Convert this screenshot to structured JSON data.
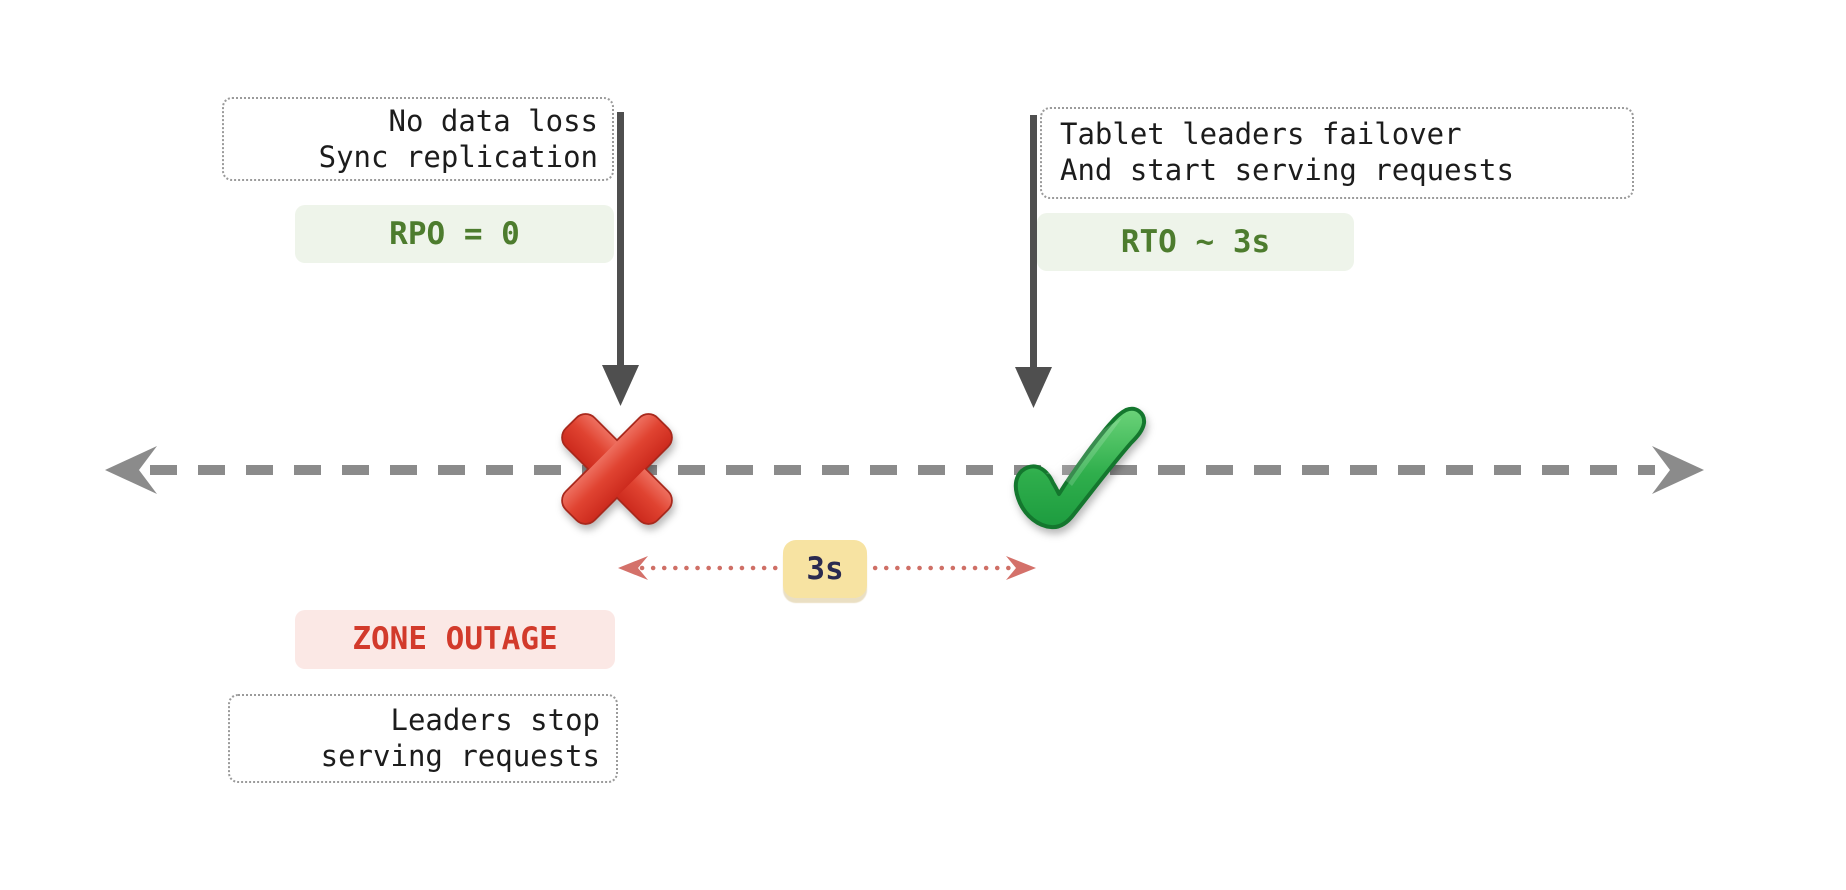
{
  "diagram": {
    "kind": "failover-timeline",
    "rpo_annotation": {
      "note_line1": "No data loss",
      "note_line2": "Sync replication",
      "badge": "RPO = 0"
    },
    "rto_annotation": {
      "note_line1": "Tablet leaders failover",
      "note_line2": "And start serving requests",
      "badge": "RTO ~ 3s"
    },
    "outage": {
      "badge": "ZONE OUTAGE",
      "note_line1": "Leaders stop",
      "note_line2": "serving requests"
    },
    "duration_gap": {
      "label": "3s"
    },
    "icons": {
      "outage_marker": "cross-mark",
      "recovery_marker": "check-mark",
      "timeline_ends": "double-headed-dashed-arrow",
      "event_pointers": "down-arrow",
      "duration_pointer": "dotted-double-headed-arrow"
    },
    "colors": {
      "badge_green_bg": "#eef4ea",
      "badge_green_text": "#4d7c2e",
      "badge_red_bg": "#fbe8e5",
      "badge_red_text": "#d23a2b",
      "duration_badge_bg": "#f7e3a2",
      "duration_badge_text": "#2a2a50",
      "duration_arrow": "#cf6f66",
      "timeline_gray": "#8b8b8b",
      "event_arrow_dark": "#4f4f4f",
      "note_border": "#9b9b9b",
      "note_text": "#1c1c1c",
      "cross_red": "#dd3d2b",
      "check_green": "#2fae4c"
    }
  }
}
